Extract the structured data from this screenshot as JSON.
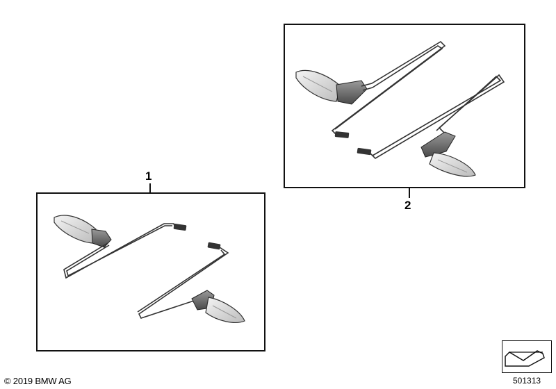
{
  "callouts": [
    {
      "number": "1"
    },
    {
      "number": "2"
    }
  ],
  "footer": {
    "copyright": "© 2019 BMW AG",
    "diagram_id": "501313"
  },
  "icons": {
    "navigation": "arrow-down-left-icon"
  }
}
